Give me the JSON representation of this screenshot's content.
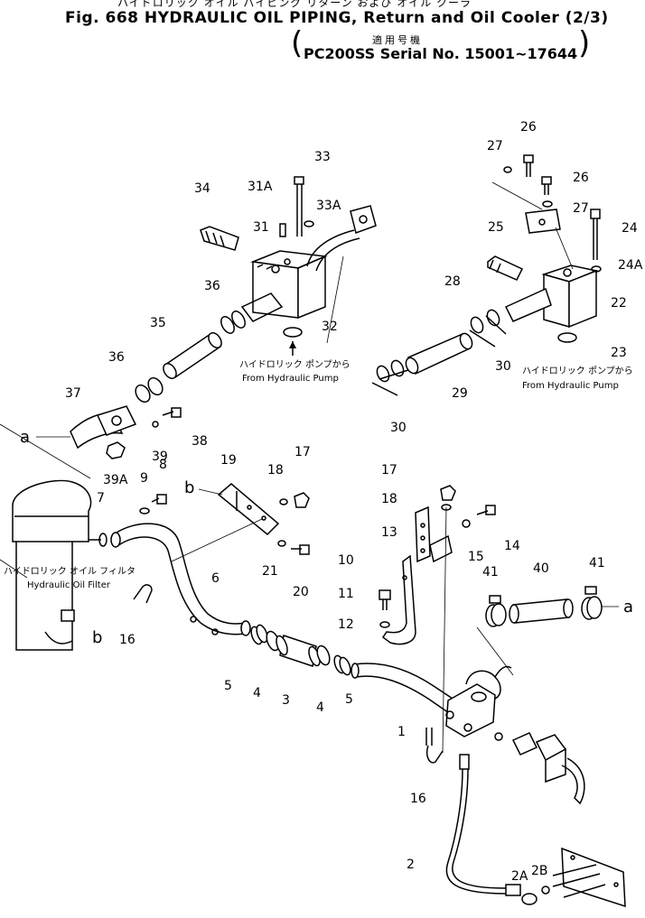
{
  "header": {
    "jp_title": "ハイドロリック オイル パイピング リターン および オイル クーラ",
    "fig_title": "Fig. 668  HYDRAULIC OIL PIPING, Return and Oil Cooler (2/3)",
    "jp_serial": "適用号機",
    "serial": "PC200SS Serial No. 15001~17644"
  },
  "annotations": {
    "pump_jp_1": "ハイドロリック ポンプから",
    "pump_en_1": "From Hydraulic Pump",
    "pump_jp_2": "ハイドロリック ポンプから",
    "pump_en_2": "From Hydraulic Pump",
    "filter_jp": "ハイドロリック オイル フィルタ",
    "filter_en": "Hydraulic Oil Filter"
  },
  "callouts": [
    "1",
    "2",
    "2A",
    "2B",
    "3",
    "4",
    "4",
    "5",
    "5",
    "6",
    "7",
    "8",
    "9",
    "10",
    "11",
    "12",
    "13",
    "15",
    "14",
    "16",
    "16",
    "17",
    "17",
    "18",
    "18",
    "19",
    "20",
    "21",
    "22",
    "23",
    "24",
    "24A",
    "25",
    "26",
    "26",
    "27",
    "27",
    "28",
    "29",
    "30",
    "30",
    "31",
    "31A",
    "32",
    "33",
    "33A",
    "34",
    "35",
    "36",
    "36",
    "37",
    "38",
    "39",
    "39A",
    "40",
    "41",
    "41",
    "a",
    "a",
    "b",
    "b"
  ]
}
